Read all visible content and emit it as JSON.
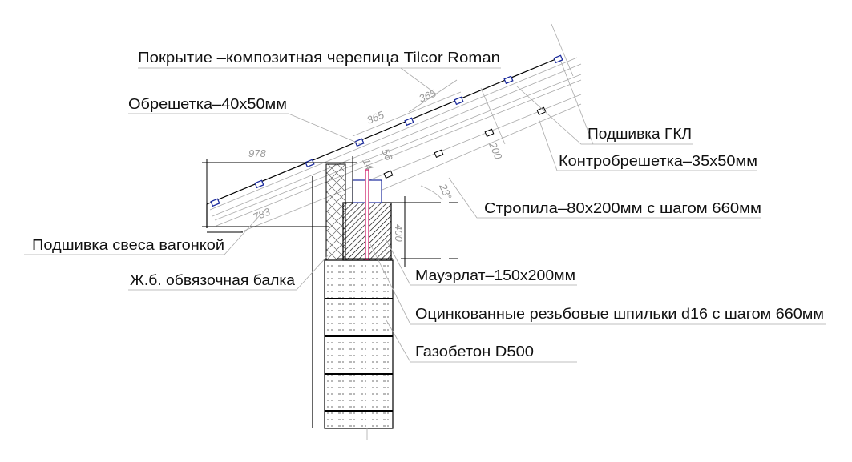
{
  "labels": {
    "roofing": "Покрытие –композитная черепица Tilcor Roman",
    "battens": "Обрешетка–40х50мм",
    "gkl": "Подшивка ГКЛ",
    "counter_battens": "Контробрешетка–35х50мм",
    "rafters": "Стропила–80х200мм с шагом 660мм",
    "eaves": "Подшивка свеса вагонкой",
    "beam": "Ж.б. обвязочная балка",
    "mauerlat": "Мауэрлат–150х200мм",
    "studs": "Оцинкованные резьбовые шпильки d16 с шагом 660мм",
    "wall": "Газобетон D500"
  },
  "dimensions": {
    "overhang": "978",
    "overhang_inner": "783",
    "batten_step_1": "365",
    "batten_step_2": "365",
    "rafter_height": "200",
    "offset_56": "56",
    "offset_14": "14",
    "angle": "23°",
    "mauerlat_height": "400"
  },
  "colors": {
    "batten": "#1a2a9c",
    "stud": "#d0206a"
  }
}
